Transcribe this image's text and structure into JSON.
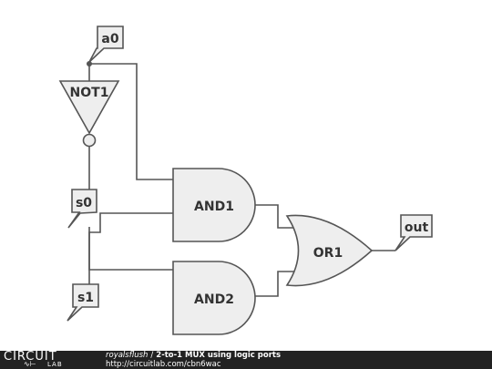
{
  "diagram": {
    "ports": {
      "a0": "a0",
      "s0": "s0",
      "s1": "s1",
      "out": "out"
    },
    "gates": {
      "not1": "NOT1",
      "and1": "AND1",
      "and2": "AND2",
      "or1": "OR1"
    }
  },
  "footer": {
    "logo_top": "CIRCUIT",
    "logo_bottom": "LAB",
    "author": "royalsflush",
    "separator": "/",
    "title": "2-to-1 MUX using logic ports",
    "url": "http://circuitlab.com/cbn6wac"
  },
  "colors": {
    "stroke": "#555555",
    "label_fill": "#eeeeee",
    "footer_bg": "#222222"
  }
}
